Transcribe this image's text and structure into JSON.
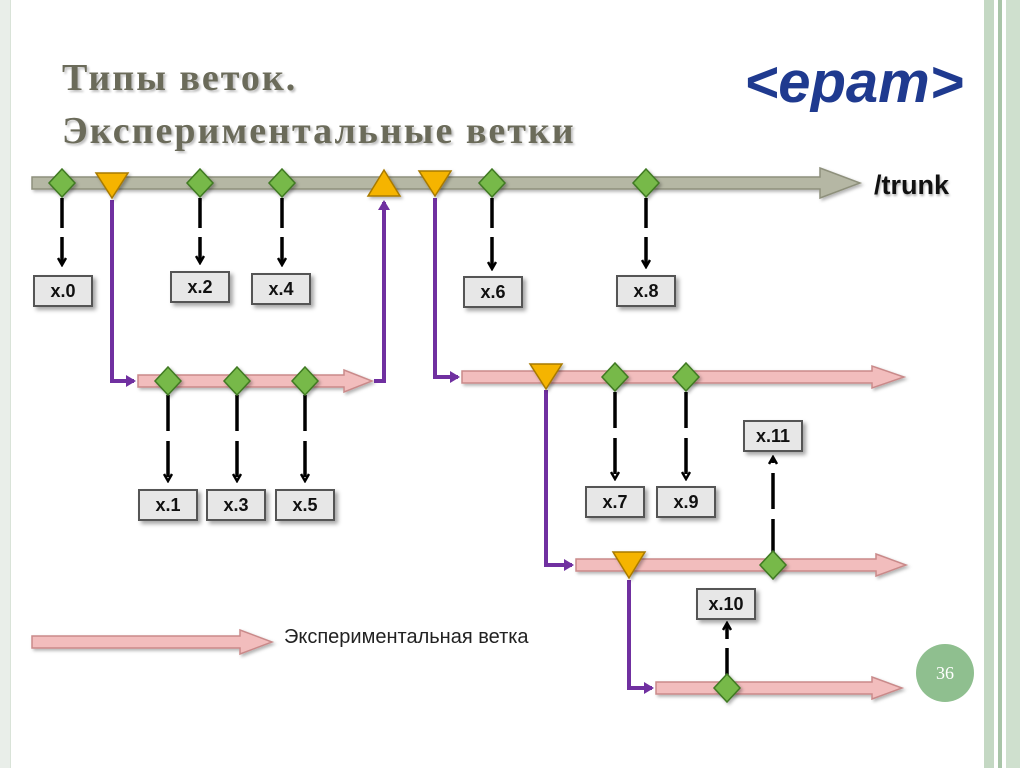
{
  "title": {
    "line1": "Типы веток.",
    "line2": "Экспериментальные ветки"
  },
  "logo": {
    "text": "<epam>",
    "color": "#1f3a8f"
  },
  "trunk_label": "/trunk",
  "legend": {
    "label": "Экспериментальная ветка"
  },
  "revisions": [
    "x.0",
    "x.1",
    "x.2",
    "x.3",
    "x.4",
    "x.5",
    "x.6",
    "x.7",
    "x.8",
    "x.9",
    "x.10",
    "x.11"
  ],
  "page_number": "36",
  "colors": {
    "trunk": "#b5b7a4",
    "branch": "#f2bdbd",
    "branch_edge": "#c98a8a",
    "connector": "#7030a0",
    "commit": "#77b94a",
    "marker": "#f5b400",
    "accent_frame": "#a9c5a8",
    "title": "#6b6b5a"
  },
  "icons": {
    "commit": "green-diamond-icon",
    "branch_point": "orange-triangle-down-icon",
    "merge_point": "orange-triangle-up-icon"
  }
}
